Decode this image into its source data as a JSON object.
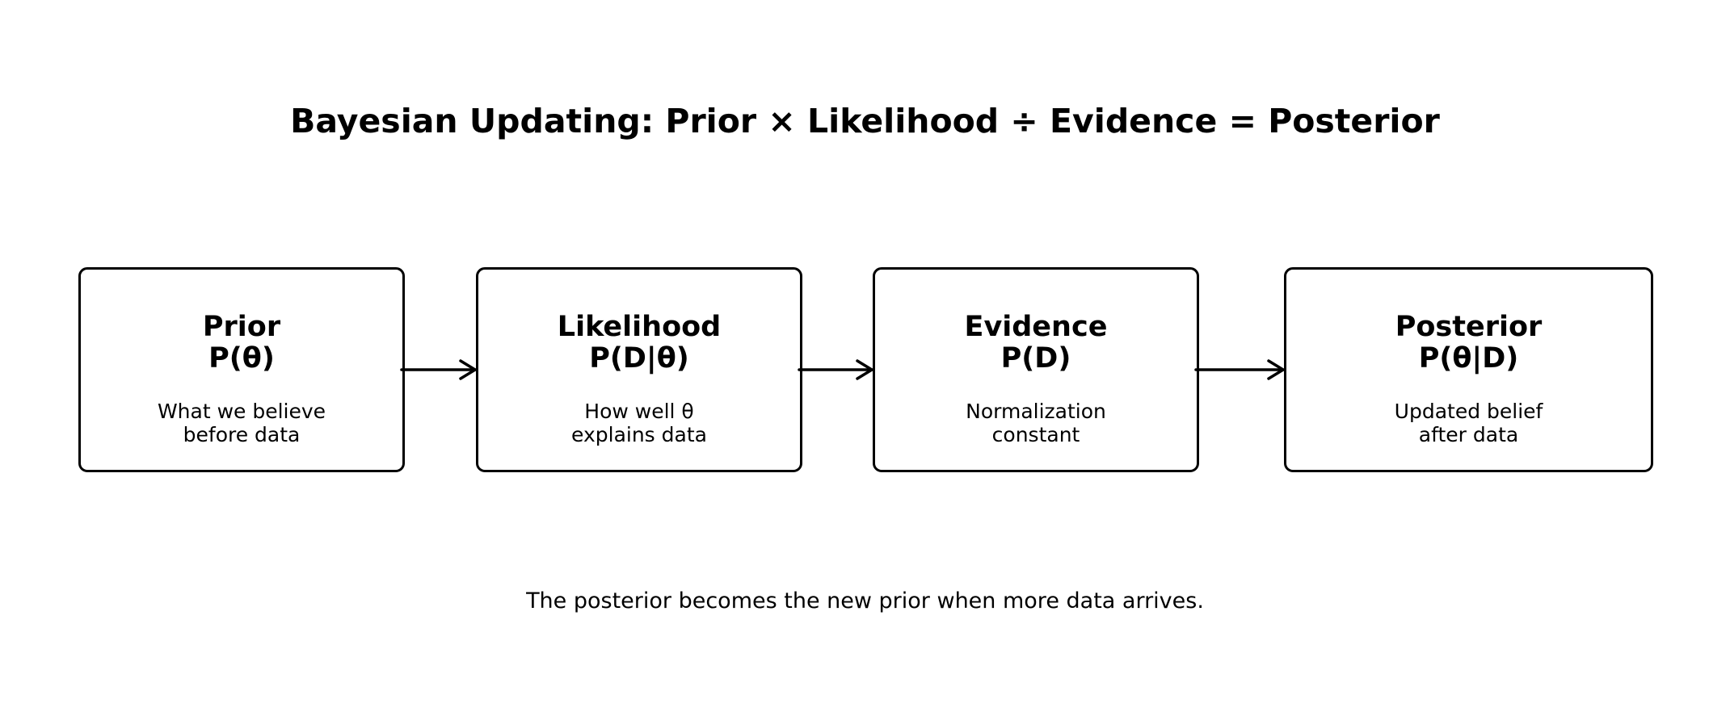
{
  "title": "Bayesian Updating: Prior × Likelihood ÷ Evidence = Posterior",
  "boxes": [
    {
      "name": "Prior",
      "formula": "P(θ)",
      "description": "What we believe\nbefore data"
    },
    {
      "name": "Likelihood",
      "formula": "P(D|θ)",
      "description": "How well θ\nexplains data"
    },
    {
      "name": "Evidence",
      "formula": "P(D)",
      "description": "Normalization\nconstant"
    },
    {
      "name": "Posterior",
      "formula": "P(θ|D)",
      "description": "Updated belief\nafter data"
    }
  ],
  "footnote": "The posterior becomes the new prior when more data arrives.",
  "colors": {
    "stroke": "#000000",
    "background": "#ffffff",
    "text": "#000000"
  }
}
